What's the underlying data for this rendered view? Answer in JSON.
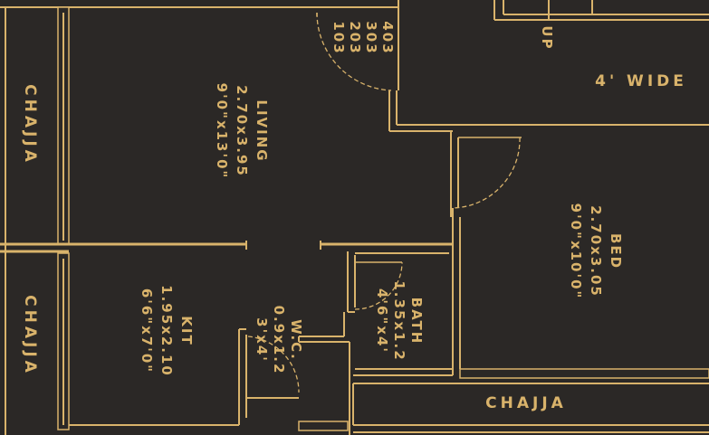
{
  "rooms": {
    "living": {
      "name": "LIVING",
      "metric": "2.70x3.95",
      "imperial": "9'0\"x13'0\""
    },
    "bed": {
      "name": "BED",
      "metric": "2.70x3.05",
      "imperial": "9'0\"x10'0\""
    },
    "kit": {
      "name": "KIT",
      "metric": "1.95x2.10",
      "imperial": "6'6\"x7'0\""
    },
    "bath": {
      "name": "BATH",
      "metric": "1.35x1.2",
      "imperial": "4'6\"x4'"
    },
    "wc": {
      "name": "W.C.",
      "metric": "0.9x1.2",
      "imperial": "3'x4'"
    }
  },
  "chajja_labels": {
    "top_left": "CHAJJA",
    "bottom_left": "CHAJJA",
    "bottom_right": "CHAJJA"
  },
  "unit_numbers": [
    "403",
    "303",
    "203",
    "103"
  ],
  "stair": {
    "up_label": "UP",
    "width_label": "4' WIDE"
  },
  "colors": {
    "background": "#2b2826",
    "line": "#d9b36b"
  }
}
